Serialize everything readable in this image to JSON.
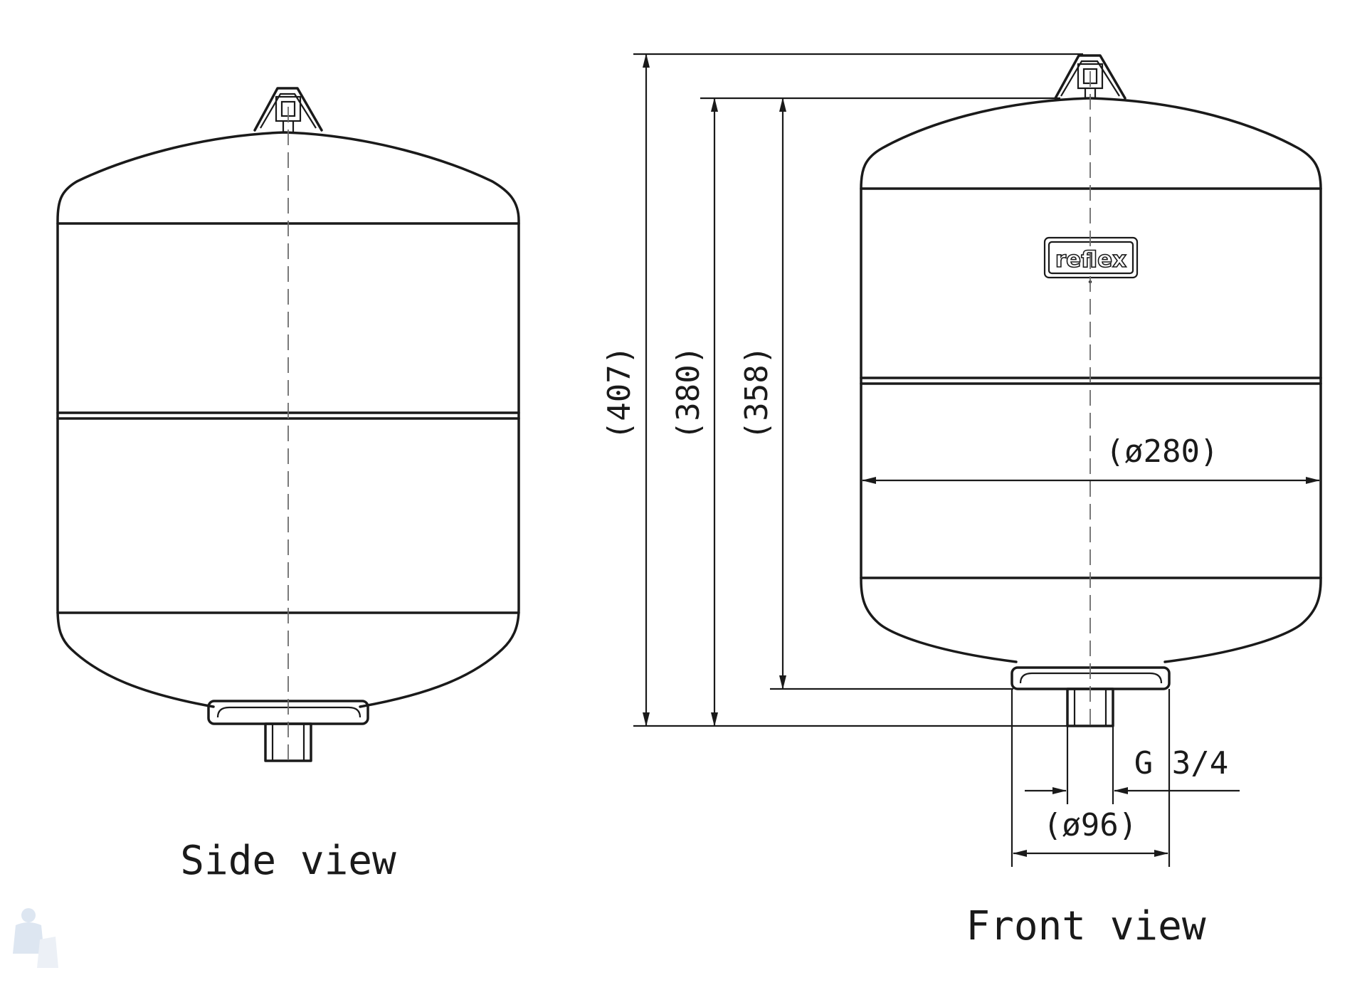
{
  "views": {
    "side": "Side  view",
    "front": "Front  view"
  },
  "dimensions": {
    "height_total": "(407)",
    "height_to_top": "(380)",
    "height_body": "(358)",
    "diameter_body": "(ø280)",
    "diameter_base": "(ø96)",
    "thread": "G 3/4"
  },
  "logo": {
    "text": "reflex"
  },
  "colors": {
    "line": "#1a1a1a",
    "centerline": "#6b6b6b",
    "background": "#ffffff"
  }
}
